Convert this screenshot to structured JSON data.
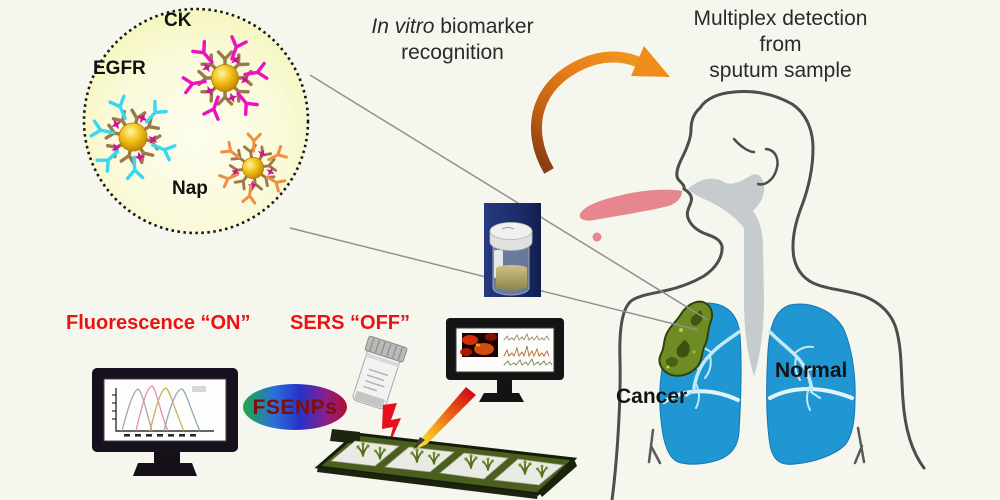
{
  "figure": {
    "inset_labels": {
      "ck": "CK",
      "egfr": "EGFR",
      "nap": "Nap"
    },
    "caption_invitro": {
      "italic": "In vitro",
      "rest": " biomarker",
      "line2": "recognition"
    },
    "caption_multiplex": {
      "line1": "Multiplex detection",
      "line2": "from",
      "line3": "sputum sample"
    },
    "signal_states": {
      "fluorescence": "Fluorescence “ON”",
      "sers": "SERS “OFF”"
    },
    "nanoparticle_label": "FSENPs",
    "lung_labels": {
      "cancer": "Cancer",
      "normal": "Normal"
    }
  },
  "colors": {
    "signal_red": "#ed1212",
    "arrow_orange": "#e8821e",
    "lung_blue": "#2096d3",
    "tumor_green": "#6f8c24",
    "inset_yellow": "#f3f3ae",
    "fsenps_text": "#7d0f0f",
    "jar_panel_navy": "#1d2f6e"
  }
}
